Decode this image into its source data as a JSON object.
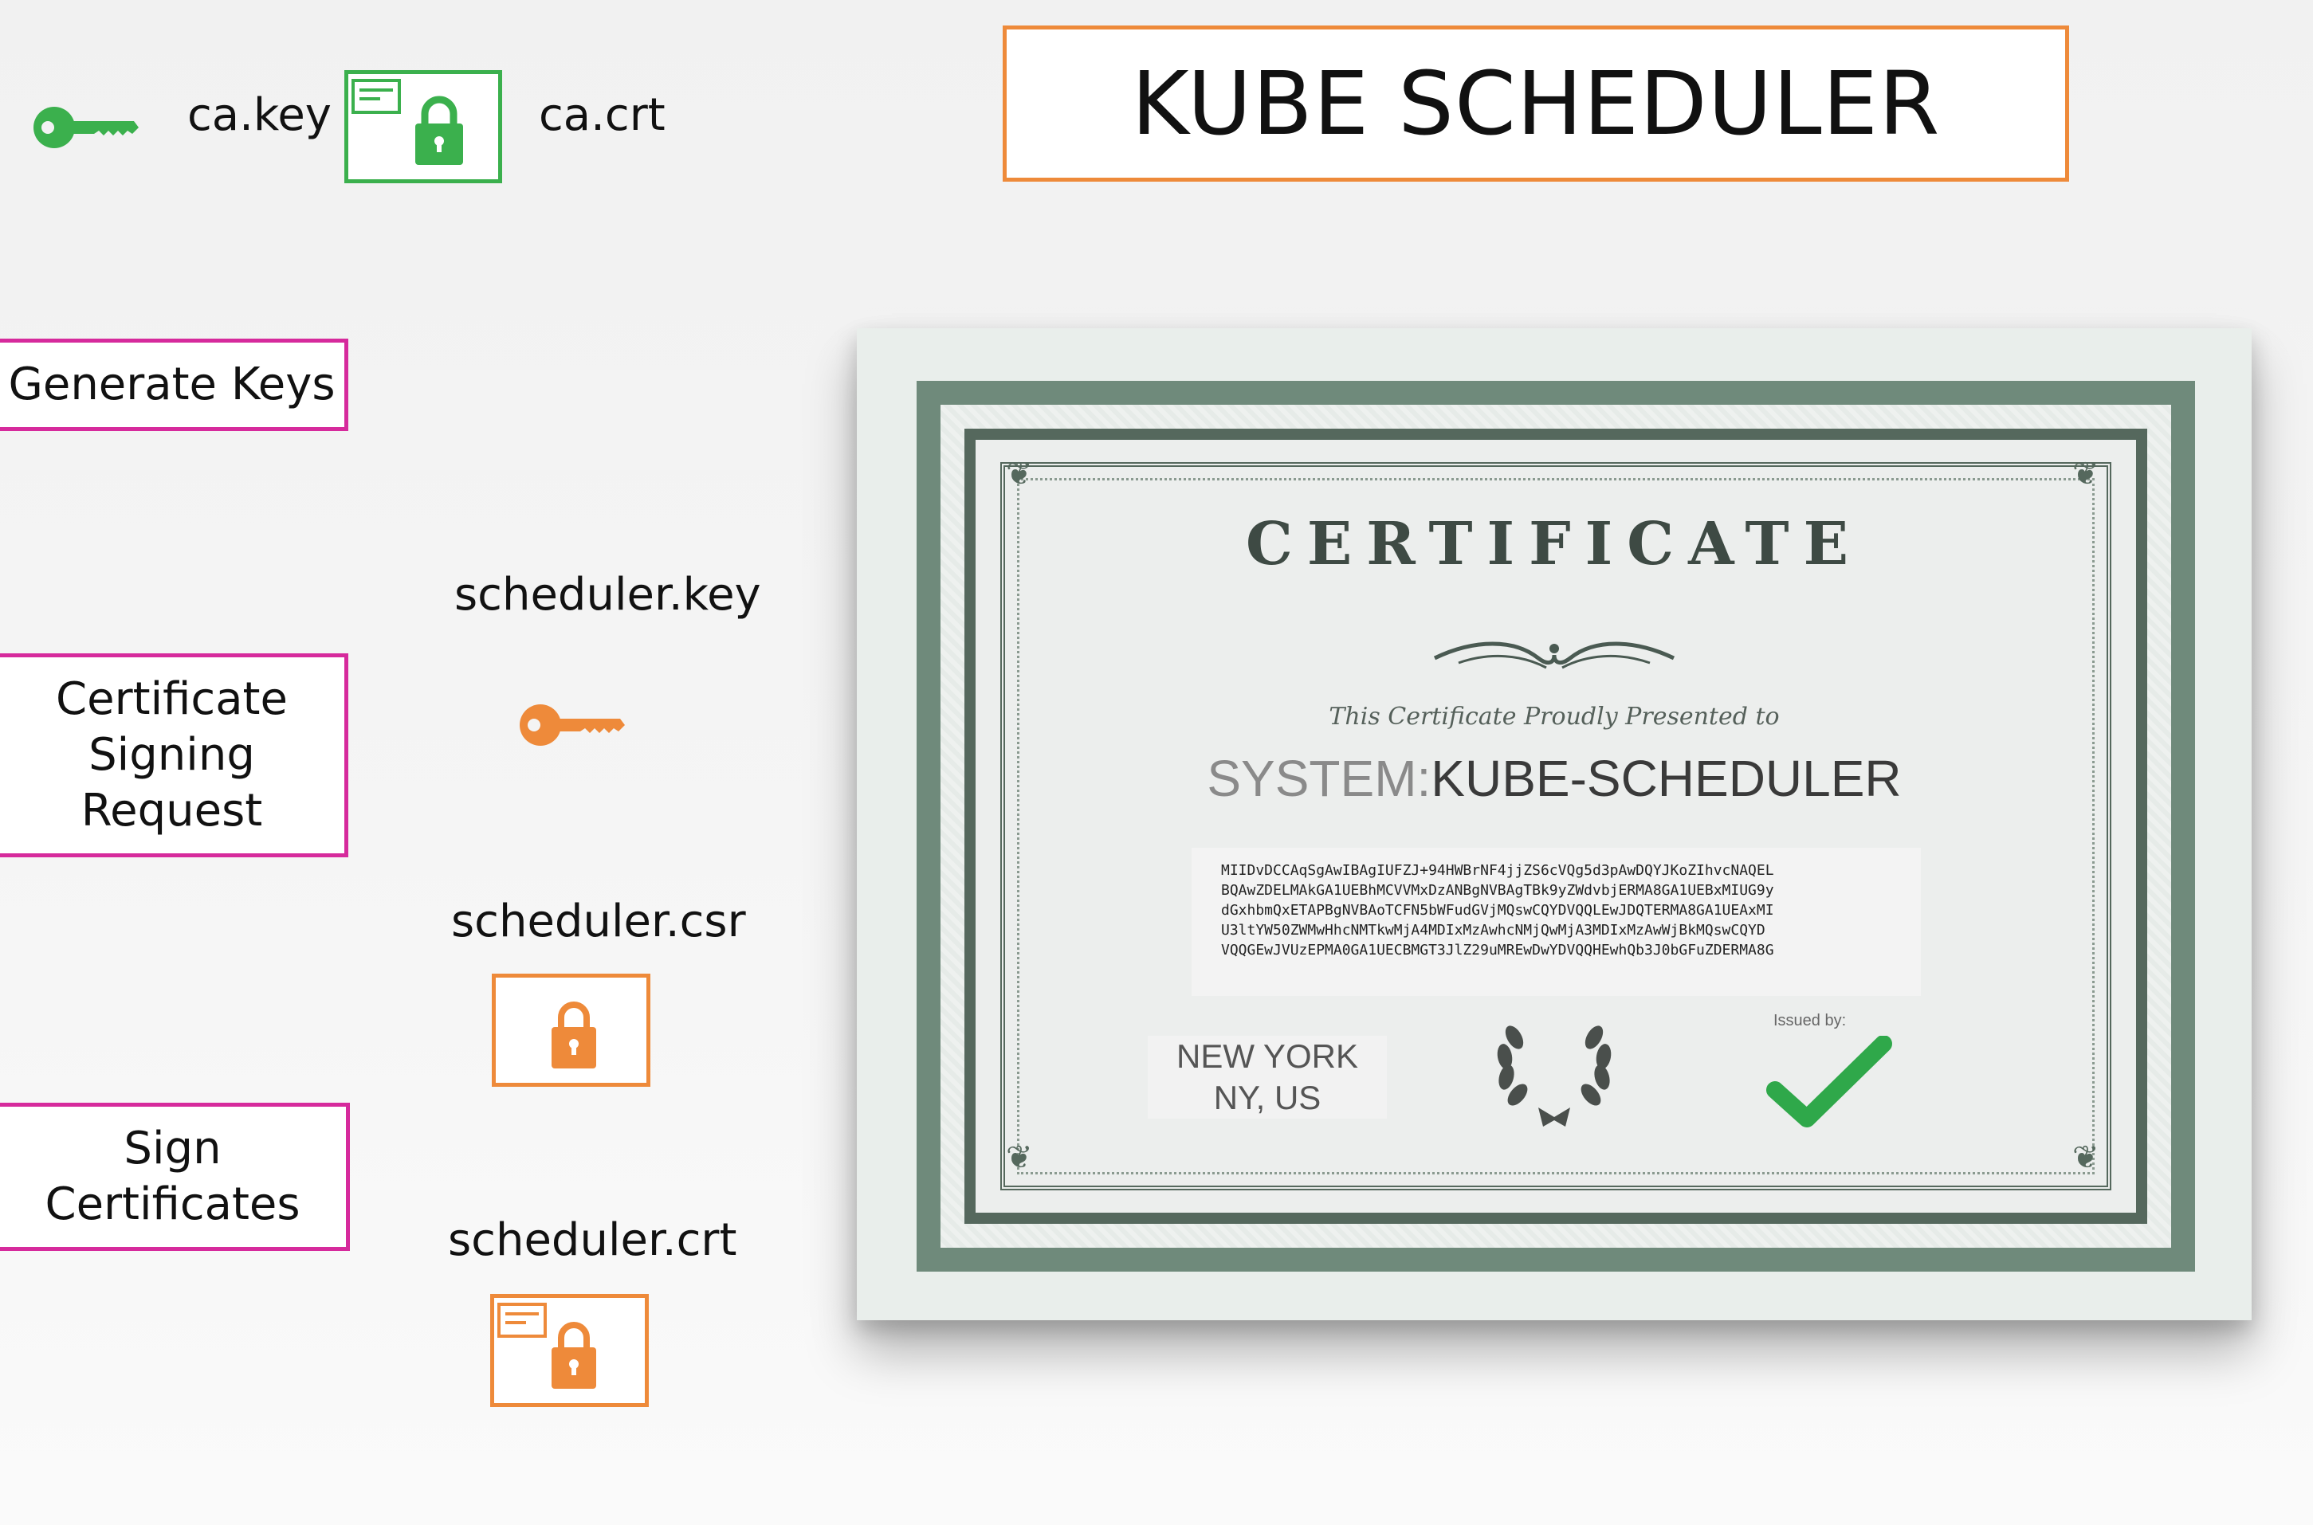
{
  "title": "KUBE SCHEDULER",
  "ca": {
    "key_label": "ca.key",
    "crt_label": "ca.crt"
  },
  "steps": [
    {
      "lines": [
        "Generate Keys"
      ]
    },
    {
      "lines": [
        "Certificate",
        "Signing",
        "Request"
      ]
    },
    {
      "lines": [
        "Sign",
        "Certificates"
      ]
    }
  ],
  "files": {
    "key_label": "scheduler.key",
    "csr_label": "scheduler.csr",
    "crt_label": "scheduler.crt"
  },
  "certificate": {
    "heading": "CERTIFICATE",
    "presented_to": "This Certificate Proudly Presented to",
    "name_prefix": "SYSTEM:",
    "name": "KUBE-SCHEDULER",
    "code_lines": [
      "MIIDvDCCAqSgAwIBAgIUFZJ+94HWBrNF4jjZS6cVQg5d3pAwDQYJKoZIhvcNAQEL",
      "BQAwZDELMAkGA1UEBhMCVVMxDzANBgNVBAgTBk9yZWdvbjERMA8GA1UEBxMIUG9y",
      "dGxhbmQxETAPBgNVBAoTCFN5bWFudGVjMQswCQYDVQQLEwJDQTERMA8GA1UEAxMI",
      "U3ltYW50ZWMwHhcNMTkwMjA4MDIxMzAwhcNMjQwMjA3MDIxMzAwWjBkMQswCQYD",
      "VQQGEwJVUzEPMA0GA1UECBMGT3JlZ29uMREwDwYDVQQHEwhQb3J0bGFuZDERMA8G"
    ],
    "city_line1": "NEW YORK",
    "city_line2": "NY, US",
    "issued_by": "Issued by:"
  },
  "colors": {
    "orange": "#ee8a3a",
    "green": "#3bb04d",
    "magenta": "#d62a9c",
    "check_green": "#2fa84a"
  },
  "icons": [
    "key-icon",
    "certificate-icon",
    "lock-icon",
    "laurel-wreath-icon",
    "check-mark-icon",
    "flourish-icon"
  ]
}
